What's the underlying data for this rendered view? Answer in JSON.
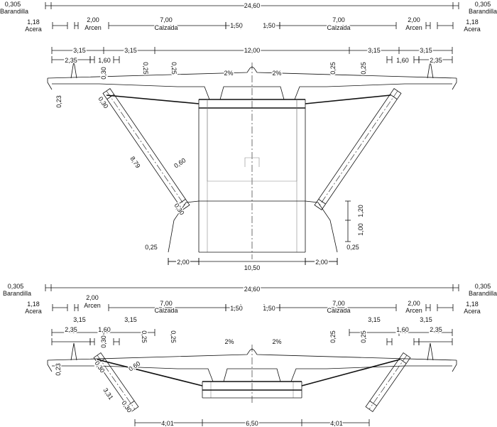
{
  "top_section": {
    "railing_left": {
      "value": "0,305",
      "label": "Barandilla"
    },
    "railing_right": {
      "value": "0,305",
      "label": "Barandilla"
    },
    "total_width": "24,60",
    "sidewalk_left": {
      "value": "1,18",
      "label": "Acera"
    },
    "shoulder_left": {
      "value": "2,00",
      "label": "Arcen"
    },
    "lane_left": {
      "value": "7,00",
      "label": "Calzada"
    },
    "median_left": "1,50",
    "median_right": "1,50",
    "lane_right": {
      "value": "7,00",
      "label": "Calzada"
    },
    "shoulder_right": {
      "value": "2,00",
      "label": "Arcen"
    },
    "sidewalk_right": {
      "value": "1,18",
      "label": "Acera"
    },
    "cantilever_dims": [
      "3,15",
      "3,15",
      "12,00",
      "3,15",
      "3,15"
    ],
    "sub_dims": [
      "2,35",
      "1,60",
      "1,60",
      "2,35"
    ],
    "thicknesses": [
      "0,30",
      "0,25",
      "0,25",
      "0,25",
      "0,25",
      "0,23"
    ],
    "slopes": [
      "2%",
      "2%"
    ],
    "strut_length": "8,79",
    "strut_width": "0,60",
    "strut_end_dims": [
      "0,30",
      "0,30"
    ],
    "web_dims": [
      "0,25",
      "0,25"
    ],
    "vertical_dims": [
      "1,20",
      "1,00"
    ],
    "bottom_dims": [
      "2,00",
      "10,50",
      "2,00"
    ]
  },
  "bottom_section": {
    "railing_left": {
      "value": "0,305",
      "label": "Barandilla"
    },
    "railing_right": {
      "value": "0,305",
      "label": "Barandilla"
    },
    "total_width": "24,60",
    "sidewalk_left": {
      "value": "1,18",
      "label": "Acera"
    },
    "shoulder_left": {
      "value": "2,00",
      "label": "Arcen"
    },
    "lane_left": {
      "value": "7,00",
      "label": "Calzada"
    },
    "median_left": "1,50",
    "median_right": "1,50",
    "lane_right": {
      "value": "7,00",
      "label": "Calzada"
    },
    "shoulder_right": {
      "value": "2,00",
      "label": "Arcen"
    },
    "sidewalk_right": {
      "value": "1,18",
      "label": "Acera"
    },
    "cantilever_dims": [
      "3,15",
      "3,15",
      "3,15",
      "3,15"
    ],
    "sub_dims": [
      "2,35",
      "1,60",
      "1,60",
      "2,35"
    ],
    "thicknesses": [
      "0,30",
      "0,25",
      "0,25",
      "0,25",
      "0,25",
      "0,23"
    ],
    "slopes": [
      "2%",
      "2%"
    ],
    "strut_length": "3,31",
    "strut_width": "0,60",
    "strut_end_dims": [
      "0,30",
      "0,30"
    ],
    "bottom_dims": [
      "4,01",
      "6,50",
      "4,01"
    ]
  }
}
